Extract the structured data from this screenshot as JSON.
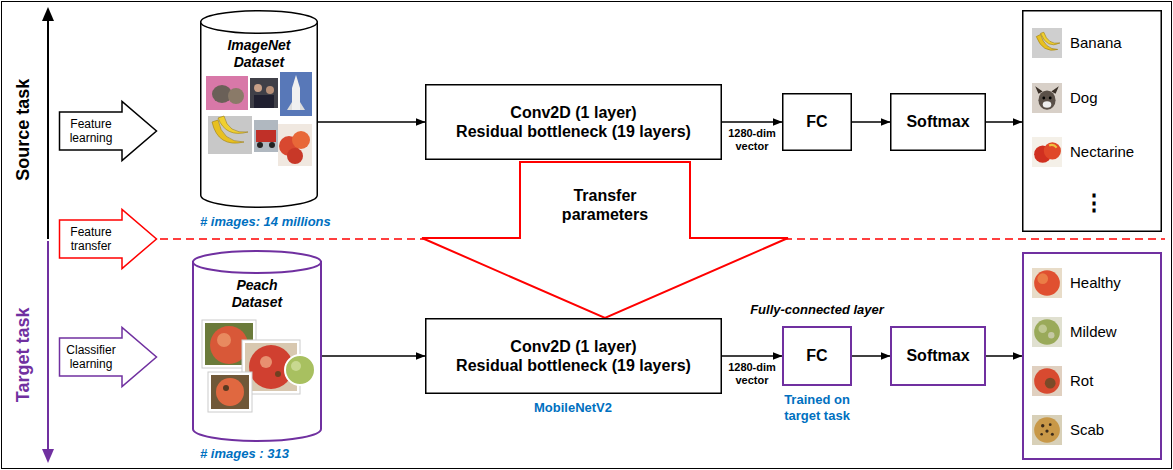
{
  "diagram": {
    "nodes": [
      {
        "text": [
          "Feature learning"
        ]
      },
      {
        "text": [
          "ImageNet Dataset"
        ]
      },
      {
        "text": [
          "Conv2D (1 layer)",
          "Residual bottleneck (19 layers)"
        ]
      },
      {
        "text": [
          "FC"
        ]
      },
      {
        "text": [
          "Softmax"
        ]
      },
      {
        "text": [
          "Banana",
          "Dog",
          "Nectarine",
          "⋮"
        ]
      },
      {
        "text": [
          "Feature transfer"
        ]
      },
      {
        "text": [
          "Transfer parameters"
        ]
      },
      {
        "text": [
          "Classifier learning"
        ]
      },
      {
        "text": [
          "Peach Dataset"
        ]
      },
      {
        "text": [
          "Conv2D (1 layer)",
          "Residual bottleneck (19 layers)"
        ]
      },
      {
        "text": [
          "FC"
        ]
      },
      {
        "text": [
          "Softmax"
        ]
      },
      {
        "text": [
          "Healthy",
          "Mildew",
          "Rot",
          "Scab"
        ]
      }
    ],
    "edges": [
      {
        "from": 1,
        "to": 2,
        "arrow": "to"
      },
      {
        "from": 2,
        "to": 3,
        "label": "1280-dim vector",
        "arrow": "to"
      },
      {
        "from": 3,
        "to": 4,
        "arrow": "to"
      },
      {
        "from": 4,
        "to": 5,
        "arrow": "to"
      },
      {
        "from": 9,
        "to": 10,
        "arrow": "to"
      },
      {
        "from": 10,
        "to": 11,
        "label": "1280-dim vector",
        "arrow": "to"
      },
      {
        "from": 11,
        "to": 12,
        "arrow": "to"
      },
      {
        "from": 12,
        "to": 13,
        "arrow": "to"
      }
    ],
    "labels": [
      "Source task",
      "Target task",
      "# images: 14 millions",
      "# images : 313",
      "MobileNetV2",
      "Fully-connected layer",
      "Trained on target task"
    ]
  }
}
